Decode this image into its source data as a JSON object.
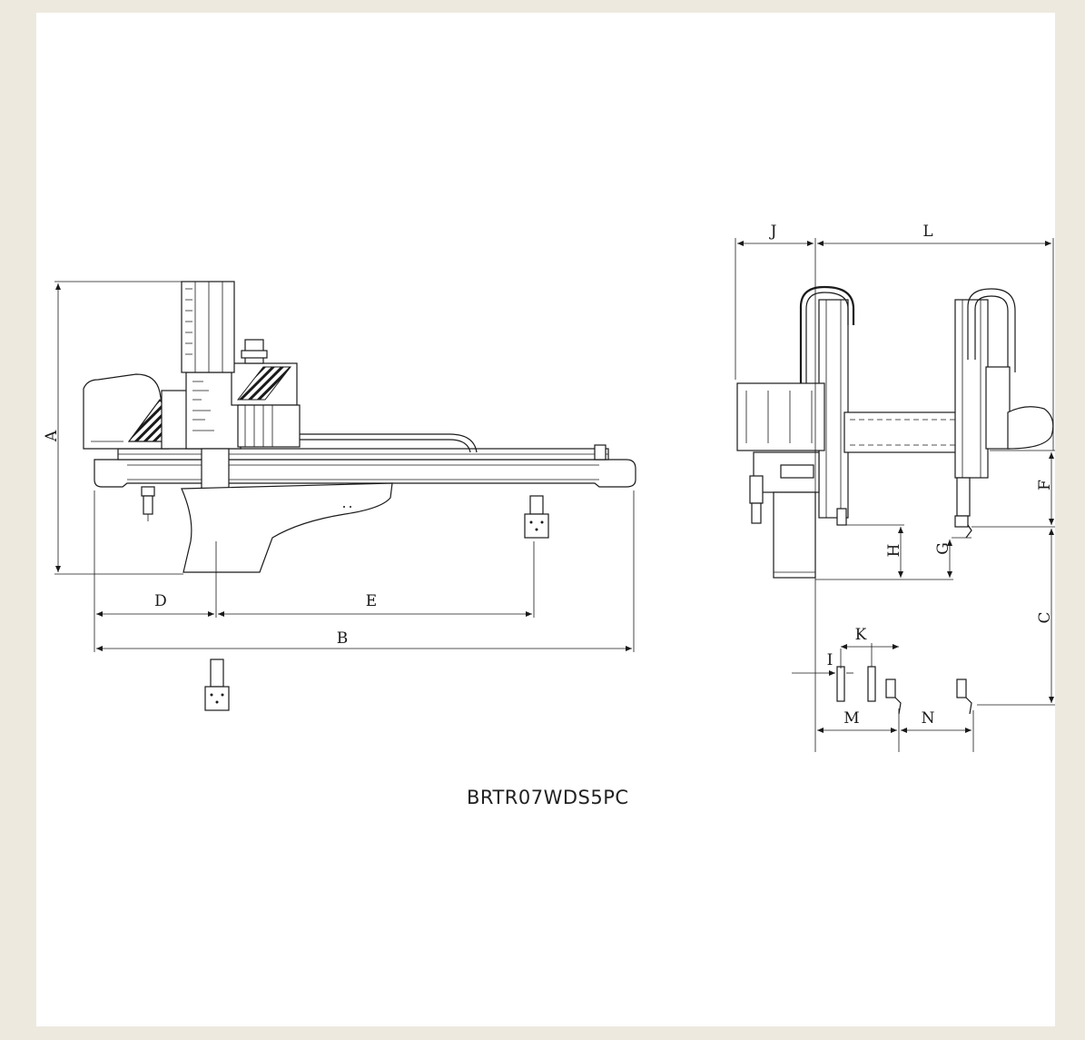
{
  "model_name": "BRTR07WDS5PC",
  "dimension_labels": {
    "a": "A",
    "b": "B",
    "c": "C",
    "d": "D",
    "e": "E",
    "f": "F",
    "g": "G",
    "h": "H",
    "i": "I",
    "j": "J",
    "k": "K",
    "l": "L",
    "m": "M",
    "n": "N"
  },
  "colors": {
    "background": "#ede9df",
    "sheet": "#ffffff",
    "line": "#1a1a1a"
  }
}
